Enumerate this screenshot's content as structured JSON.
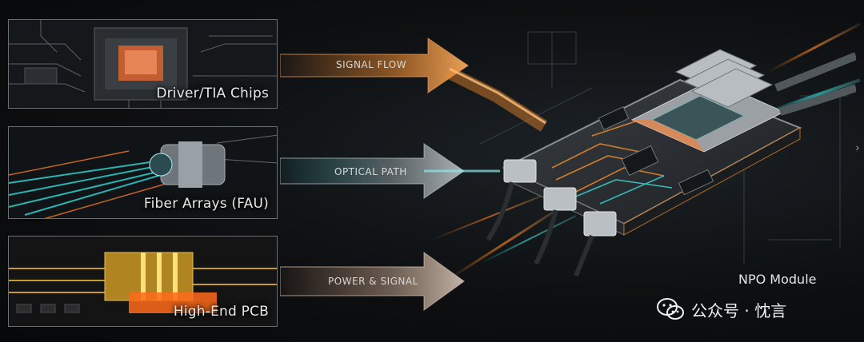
{
  "panels": [
    {
      "label": "Driver/TIA Chips"
    },
    {
      "label": "Fiber Arrays (FAU)"
    },
    {
      "label": "High-End PCB"
    }
  ],
  "arrows": [
    {
      "label": "SIGNAL FLOW",
      "color": "#f08a2c"
    },
    {
      "label": "OPTICAL PATH",
      "color": "#3fc9c9"
    },
    {
      "label": "POWER & SIGNAL",
      "color": "#d9a27a"
    }
  ],
  "module": {
    "label": "NPO Module"
  },
  "watermark": {
    "text": "公众号 · 忱言",
    "icon": "wechat-icon"
  },
  "nav": {
    "icon": "chevron-right-icon",
    "glyph": "›"
  }
}
